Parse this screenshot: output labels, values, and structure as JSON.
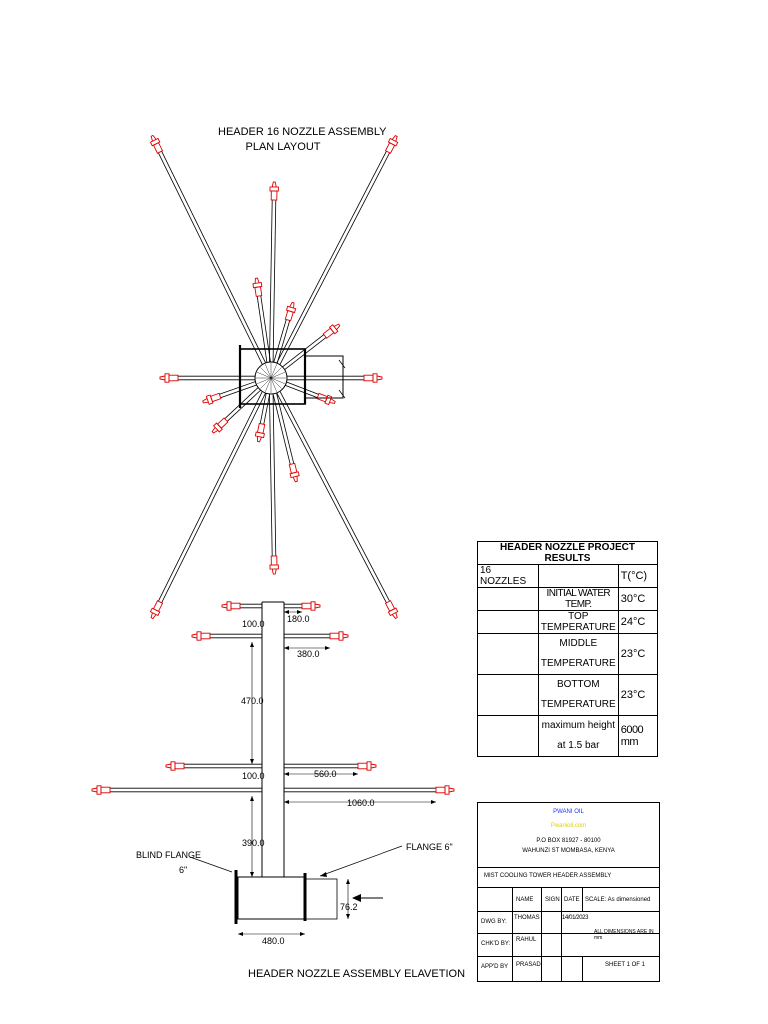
{
  "titles": {
    "plan_title_line1": "HEADER 16 NOZZLE ASSEMBLY",
    "plan_title_line2": "PLAN LAYOUT",
    "elevation_title": "HEADER NOZZLE ASSEMBLY ELAVETION"
  },
  "elevation_labels": {
    "dim_100_top": "100.0",
    "dim_180": "180.0",
    "dim_380": "380.0",
    "dim_470": "470.0",
    "dim_100_mid": "100.0",
    "dim_560": "560.0",
    "dim_1060": "1060.0",
    "dim_390": "390.0",
    "dim_76": "76.2",
    "dim_480": "480.0",
    "blind_flange": "BLIND FLANGE",
    "blind_flange_size": "6\"",
    "flange": "FLANGE 6\""
  },
  "results_table": {
    "title": "HEADER NOZZLE PROJECT RESULTS",
    "rows": [
      {
        "c1": "16 NOZZLES",
        "c2": "",
        "c3": "T(°C)"
      },
      {
        "c1": "",
        "c2": "INITIAL WATER TEMP.",
        "c3": "30°C"
      },
      {
        "c1": "",
        "c2": "TOP TEMPERATURE",
        "c3": "24°C"
      },
      {
        "c1": "",
        "c2": "MIDDLE TEMPERATURE",
        "c3": "23°C"
      },
      {
        "c1": "",
        "c2": "BOTTOM TEMPERATURE",
        "c3": "23°C"
      },
      {
        "c1": "",
        "c2": "maximum height at 1.5 bar",
        "c3": "6000 mm"
      }
    ]
  },
  "title_block": {
    "company": "PWANI OIL",
    "email": "Pwanioil.com",
    "po_box": "P.O BOX 81927 - 80100",
    "address": "WAHUNZI ST MOMBASA, KENYA",
    "drawing_title": "MIST COOLING TOWER HEADER ASSEMBLY",
    "col_name": "NAME",
    "col_sign": "SIGN",
    "col_date": "DATE",
    "scale": "SCALE: As dimensioned",
    "dwg_by_label": "DWG BY:",
    "dwg_by_name": "THOMAS",
    "dwg_date": "14/01/2023",
    "units_note": "ALL DIMENSIONS ARE IN mm",
    "chkd_by_label": "CHK'D BY:",
    "chkd_by_name": "RAHUL",
    "appvd_by_label": "APP'D BY",
    "appvd_by_name": "PRASAD",
    "sheet": "SHEET 1 OF 1"
  },
  "colors": {
    "line": "#000000",
    "nozzle": "#e00000",
    "company": "#1a35ff",
    "email": "#e0d000"
  }
}
